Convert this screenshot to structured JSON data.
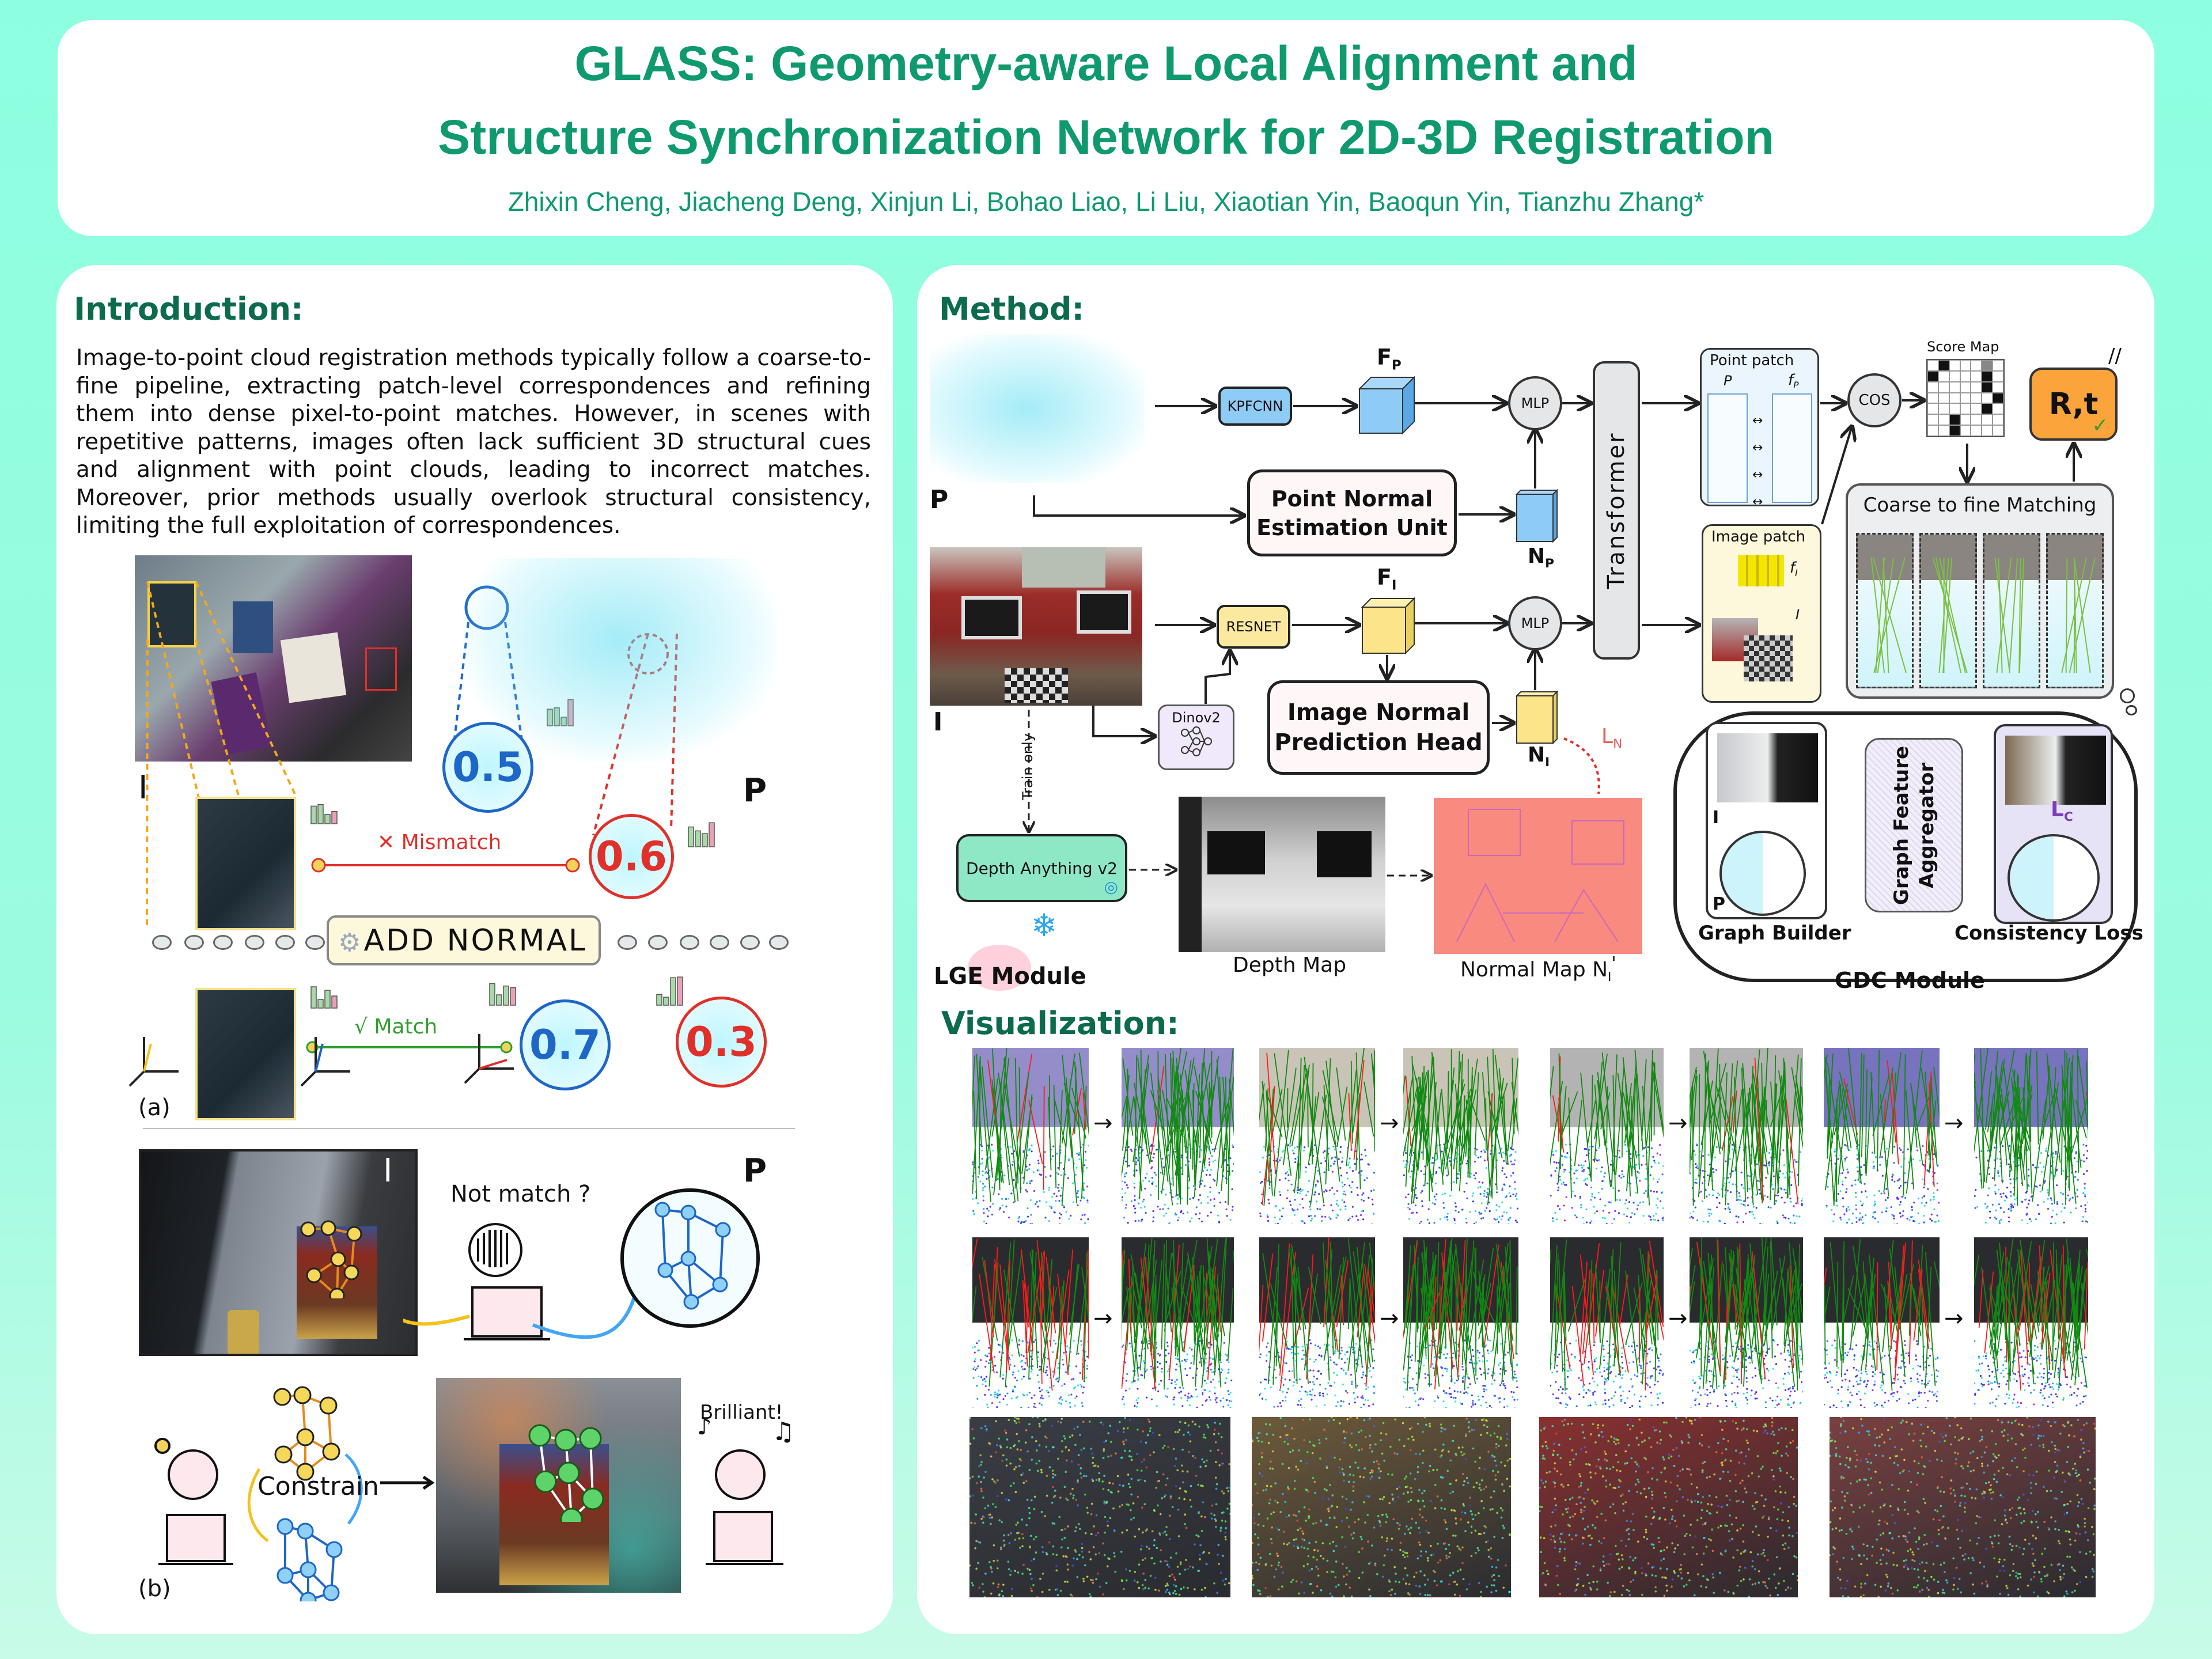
{
  "header": {
    "title_line1": "GLASS: Geometry-aware Local Alignment and",
    "title_line2": "Structure Synchronization Network for 2D-3D Registration",
    "authors": "Zhixin Cheng, Jiacheng Deng, Xinjun Li, Bohao Liao, Li Liu, Xiaotian Yin, Baoqun Yin, Tianzhu Zhang*"
  },
  "colors": {
    "background": "#8dffe0",
    "title": "#0f9a6e",
    "heading": "#0b6b4b",
    "match": "#2e9e2e",
    "mismatch": "#e0302a"
  },
  "intro": {
    "heading": "Introduction:",
    "body": "Image-to-point cloud registration methods typically follow a coarse-to-fine pipeline, extracting patch-level correspondences and refining them into dense pixel-to-point matches. However, in scenes with repetitive patterns, images often lack sufficient 3D structural cues and alignment with point clouds, leading to incorrect matches. Moreover, prior methods usually overlook structural consistency, limiting the full exploitation of correspondences.",
    "fig_a": {
      "label_I": "I",
      "label_P": "P",
      "score_1": "0.5",
      "score_2": "0.6",
      "score_3": "0.7",
      "score_4": "0.3",
      "mismatch": "Mismatch",
      "mismatch_mark": "✕",
      "match": "Match",
      "match_mark": "√",
      "add_normal": "ADD NORMAL",
      "caption": "(a)"
    },
    "fig_b": {
      "label_I": "I",
      "label_P": "P",
      "not_match": "Not match ?",
      "constrain": "Constrain",
      "brilliant": "Brilliant!",
      "caption": "(b)"
    }
  },
  "method": {
    "heading": "Method:",
    "label_P": "P",
    "label_I": "I",
    "kpfcnn": "KPFCNN",
    "resnet": "RESNET",
    "dinov2": "Dinov2",
    "f": "F",
    "sub_p": "P",
    "sub_i": "I",
    "sub_n": "N",
    "sub_c": "C",
    "n": "N",
    "l": "L",
    "mlp": "MLP",
    "transformer": "Transformer",
    "pneu_line1": "Point Normal",
    "pneu_line2": "Estimation Unit",
    "inph_line1": "Image Normal",
    "inph_line2": "Prediction Head",
    "train_only": "Train only",
    "depth_anything": "Depth Anything v2",
    "lge_module": "LGE Module",
    "depth_map": "Depth Map",
    "normal_map": "Normal Map N",
    "normal_map_prime": "'",
    "point_patch": "Point patch",
    "pp_p": "P",
    "pp_f": "f",
    "image_patch": "Image patch",
    "ip_f": "f",
    "ip_i": "I",
    "cos": "COS",
    "score_map": "Score Map",
    "rt": "R,t",
    "coarse_to_fine": "Coarse to fine Matching",
    "graph_builder": "Graph Builder",
    "gfa_line1": "Graph Feature",
    "gfa_line2": "Aggregator",
    "consistency_loss": "Consistency Loss",
    "gdc_module": "GDC Module",
    "icons": [
      "snowflake-icon",
      "camera-icon",
      "neural-net-icon",
      "checkmark-icon"
    ]
  },
  "visualization": {
    "heading": "Visualization:"
  }
}
